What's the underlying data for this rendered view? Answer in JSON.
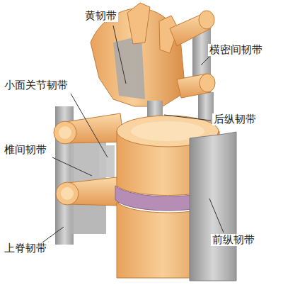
{
  "diagram": {
    "labels": [
      "黄韧带",
      "横密间韧带",
      "小面关节韧带",
      "后纵韧带",
      "椎间韧带",
      "上脊韧带",
      "前纵韧带"
    ]
  }
}
